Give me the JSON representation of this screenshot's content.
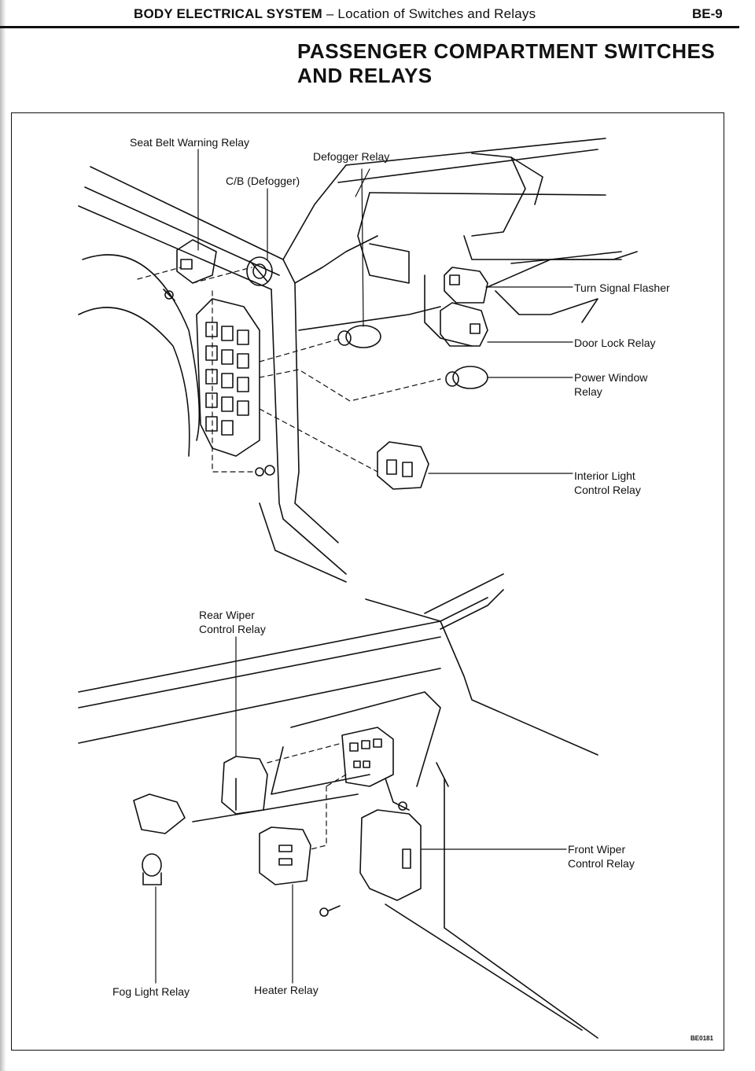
{
  "header": {
    "section": "BODY ELECTRICAL SYSTEM",
    "subsection": "– Location of Switches and Relays",
    "page": "BE-9"
  },
  "title": {
    "line1": "PASSENGER COMPARTMENT SWITCHES",
    "line2": "AND RELAYS"
  },
  "labels": {
    "seat_belt": "Seat Belt Warning Relay",
    "defogger_relay": "Defogger Relay",
    "cb_defogger": "C/B (Defogger)",
    "turn_signal": "Turn Signal Flasher",
    "door_lock": "Door Lock Relay",
    "power_window_1": "Power Window",
    "power_window_2": "Relay",
    "interior_light_1": "Interior Light",
    "interior_light_2": "Control Relay",
    "rear_wiper_1": "Rear Wiper",
    "rear_wiper_2": "Control Relay",
    "front_wiper_1": "Front Wiper",
    "front_wiper_2": "Control Relay",
    "fog_light": "Fog Light Relay",
    "heater": "Heater Relay"
  },
  "figure_code": "BE0181"
}
